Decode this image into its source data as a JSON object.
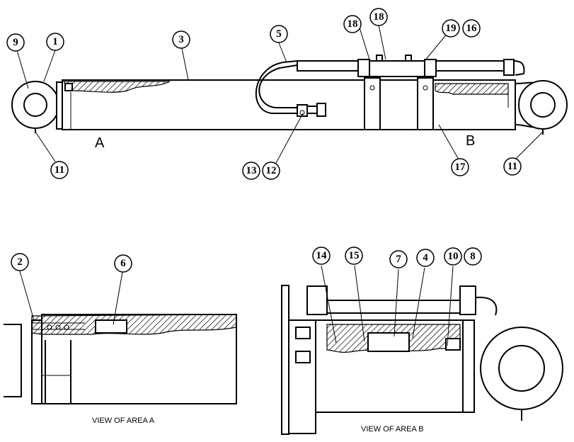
{
  "area_labels": {
    "a": "A",
    "b": "B"
  },
  "captions": {
    "view_a": "VIEW OF AREA A",
    "view_b": "VIEW OF AREA B"
  },
  "callouts": {
    "c1": "1",
    "c2": "2",
    "c3": "3",
    "c4": "4",
    "c5": "5",
    "c6": "6",
    "c7": "7",
    "c8": "8",
    "c9": "9",
    "c10": "10",
    "c11a": "11",
    "c11b": "11",
    "c12": "12",
    "c13": "13",
    "c14": "14",
    "c15": "15",
    "c16": "16",
    "c17": "17",
    "c18a": "18",
    "c18b": "18",
    "c19": "19"
  }
}
